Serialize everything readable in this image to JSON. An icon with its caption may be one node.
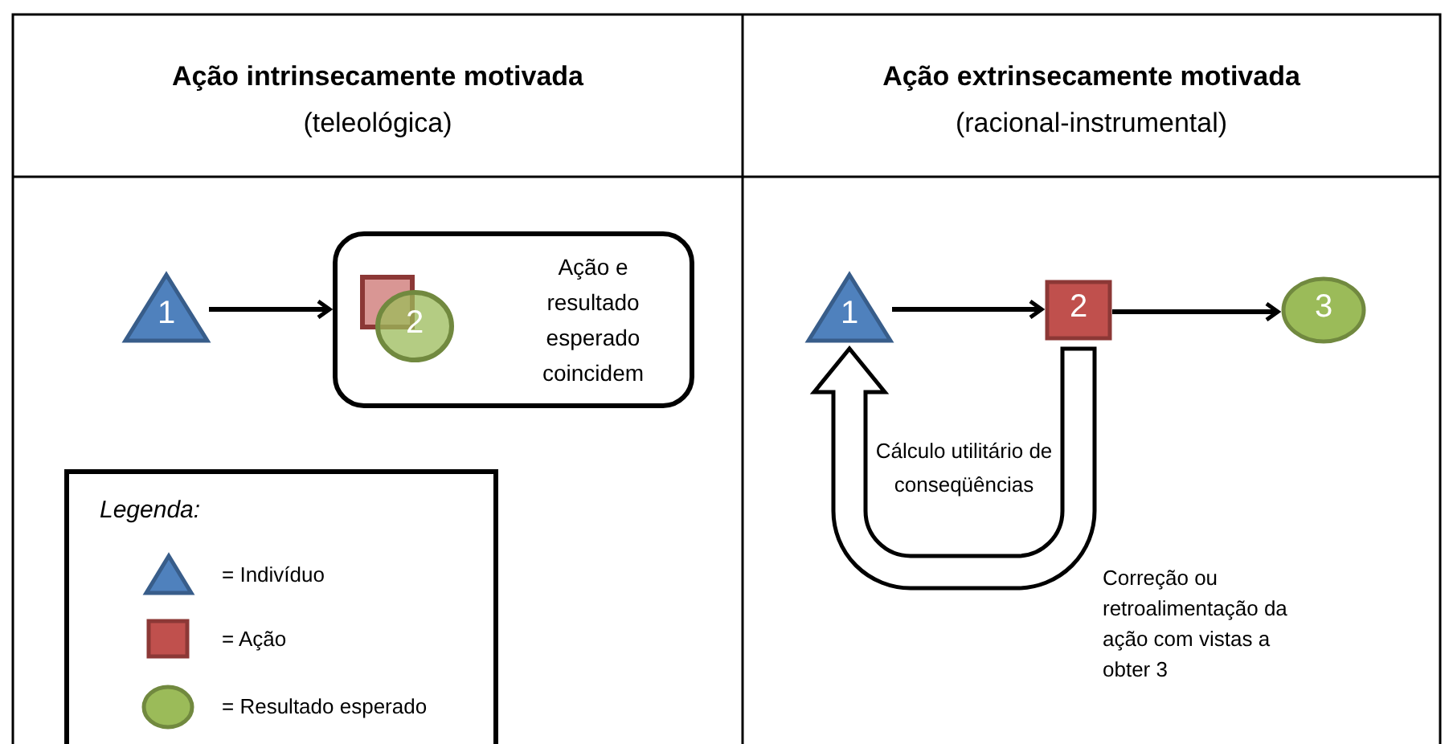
{
  "diagram": {
    "nodes": [
      {
        "text": [
          "1"
        ]
      },
      {
        "text": [
          "Ação e resultado esperado coincidem"
        ]
      },
      {
        "text": [],
        "shape": "box",
        "in": 1
      },
      {
        "text": [
          "2"
        ],
        "in": 1
      },
      {
        "text": [
          "1"
        ]
      },
      {
        "text": [
          "2"
        ]
      },
      {
        "text": [
          "3"
        ]
      }
    ],
    "edges": [
      {
        "from": 0,
        "to": 1,
        "arrow": "to"
      },
      {
        "from": 4,
        "to": 5,
        "arrow": "to"
      },
      {
        "from": 5,
        "to": 6,
        "arrow": "to"
      },
      {
        "from": 5,
        "to": 4,
        "arrow": "to",
        "style": "thick",
        "label": "Cálculo utilitário de conseqüências"
      }
    ],
    "labels": [
      "Ação intrinsecamente motivada",
      "(teleológica)",
      "Ação extrinsecamente motivada",
      "(racional-instrumental)",
      "Legenda:",
      "Correção ou retroalimentação da ação com vistas a obter 3"
    ],
    "legend": [
      {
        "text": "= Indivíduo"
      },
      {
        "text": "= Ação"
      },
      {
        "text": "= Resultado esperado"
      }
    ]
  }
}
